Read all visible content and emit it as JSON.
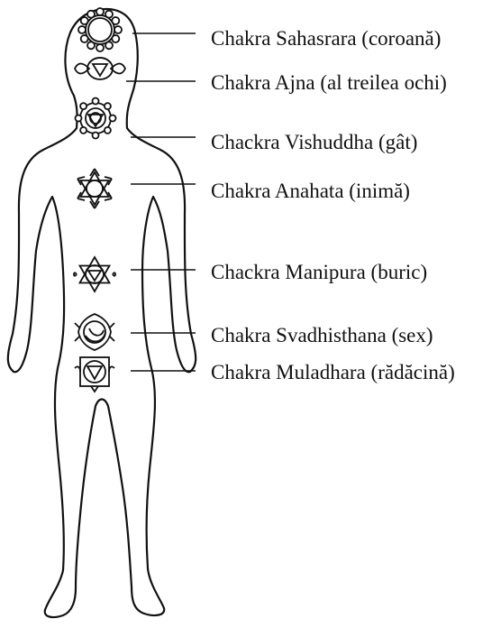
{
  "chakras": [
    {
      "label": "Chakra Sahasrara (coroană)",
      "symbol": "lotus-crown-icon"
    },
    {
      "label": "Chakra Ajna (al treilea ochi)",
      "symbol": "lotus-third-eye-icon"
    },
    {
      "label": "Chackra Vishuddha (gât)",
      "symbol": "lotus-throat-icon"
    },
    {
      "label": "Chakra Anahata (inimă)",
      "symbol": "hexagram-heart-icon"
    },
    {
      "label": "Chackra Manipura (buric)",
      "symbol": "lotus-solar-plexus-icon"
    },
    {
      "label": "Chakra Svadhisthana (sex)",
      "symbol": "lotus-sacral-icon"
    },
    {
      "label": "Chakra Muladhara (rădăcină)",
      "symbol": "square-root-icon"
    }
  ],
  "colors": {
    "ink": "#111111",
    "background": "#ffffff"
  }
}
